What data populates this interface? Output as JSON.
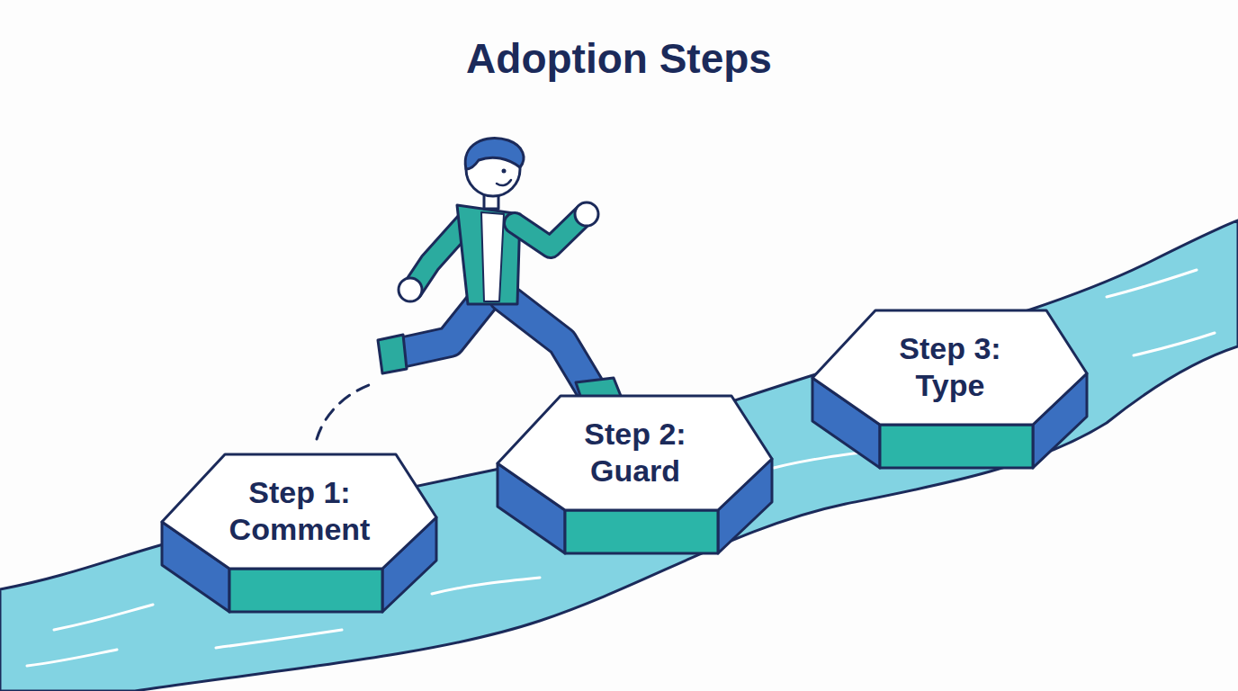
{
  "diagram": {
    "title": "Adoption Steps",
    "nodes": [
      {
        "text": [
          "Step 1: Comment"
        ]
      },
      {
        "text": [
          "Step 2: Guard"
        ]
      },
      {
        "text": [
          "Step 3: Type"
        ]
      }
    ],
    "edges": []
  }
}
